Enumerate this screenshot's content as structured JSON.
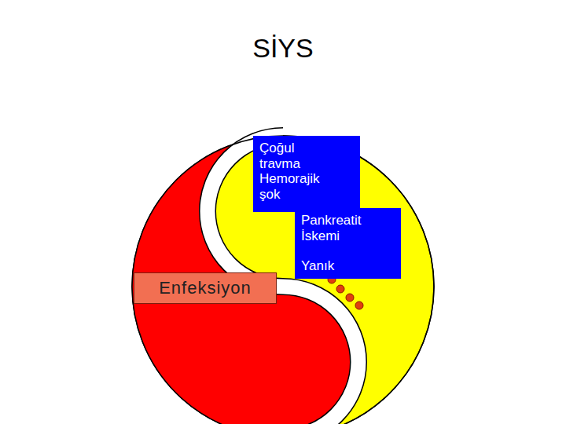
{
  "diagram": {
    "title": "SİYS",
    "nodes": [
      {
        "text": [
          "Çoğul travma Hemorajik şok"
        ]
      },
      {
        "text": [
          "Pankreatit İskemi",
          "Yanık"
        ]
      },
      {
        "text": [
          "Enfeksiyon"
        ]
      }
    ]
  }
}
